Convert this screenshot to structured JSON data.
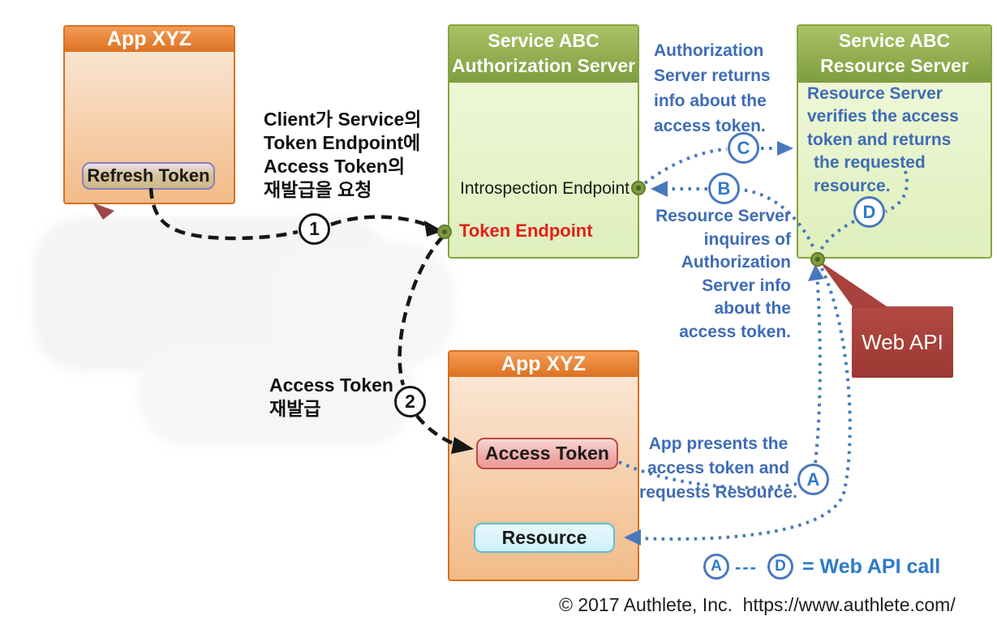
{
  "diagram": {
    "boxes": {
      "app_client": {
        "title": "App XYZ",
        "refresh_token_label": "Refresh Token"
      },
      "auth_server": {
        "title_line1": "Service ABC",
        "title_line2": "Authorization Server",
        "introspection_endpoint": "Introspection Endpoint",
        "token_endpoint": "Token Endpoint"
      },
      "resource_server": {
        "title_line1": "Service ABC",
        "title_line2": "Resource Server",
        "body_lines": [
          "Resource Server",
          "verifies the access",
          "token and returns",
          "the requested",
          "resource."
        ]
      },
      "app_client_lower": {
        "title": "App XYZ",
        "access_token_label": "Access Token",
        "resource_label": "Resource"
      },
      "web_api": {
        "label": "Web API"
      }
    },
    "annotations": {
      "korean_request": {
        "lines": [
          "Client가 Service의",
          "Token Endpoint에",
          "Access Token의",
          "재발급을 요청"
        ]
      },
      "korean_reissue": {
        "lines": [
          "Access Token",
          "재발급"
        ]
      },
      "auth_returns": {
        "lines": [
          "Authorization",
          "Server returns",
          "info about the",
          "access token."
        ]
      },
      "rs_inquires": {
        "lines": [
          "Resource Server",
          "inquires of",
          "Authorization",
          "Server info",
          "about the",
          "access token."
        ]
      },
      "app_presents": {
        "lines": [
          "App presents the",
          "access token and",
          "requests Resource."
        ]
      }
    },
    "markers": {
      "step1": "1",
      "step2": "2",
      "a": "A",
      "b": "B",
      "c": "C",
      "d": "D"
    },
    "legend": {
      "a": "A",
      "dashes": "---",
      "d": "D",
      "text": "= Web API call"
    },
    "footer": {
      "copyright": "© 2017 Authlete, Inc.  https://www.authlete.com/"
    },
    "colors": {
      "orange_header": "#dc7222",
      "green_header": "#7e9c3e",
      "annotation_blue": "#3e6cb5",
      "arrow_blue": "#4a78be",
      "token_endpoint_red": "#e32119",
      "web_api_red": "#a8423c",
      "dot_green": "#7f9e40"
    }
  }
}
